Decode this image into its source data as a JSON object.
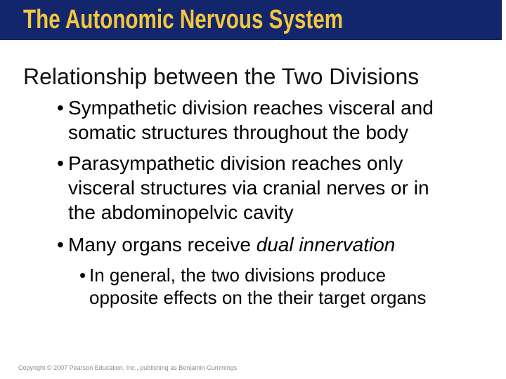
{
  "slide": {
    "title": "The Autonomic Nervous System",
    "heading": "Relationship between the Two Divisions",
    "bullet_glyph": "•",
    "bullets": [
      {
        "lines": [
          "Sympathetic division reaches visceral and",
          "somatic structures throughout the body"
        ]
      },
      {
        "lines": [
          "Parasympathetic division reaches only",
          "visceral structures via cranial nerves or in",
          "the abdominopelvic cavity"
        ]
      },
      {
        "plain": "Many organs receive ",
        "italic": "dual innervation"
      },
      {
        "lines": [
          "In general, the two divisions produce",
          "opposite effects on the their target organs"
        ]
      }
    ],
    "footer": "Copyright © 2007 Pearson Education, Inc., publishing as Benjamin Cummings",
    "colors": {
      "title_bar_bg": "#13266b",
      "title_text": "#f2c63e",
      "heading_text": "#111111",
      "body_text": "#000000",
      "footer_text": "#8c8c8c",
      "background": "#ffffff"
    }
  }
}
